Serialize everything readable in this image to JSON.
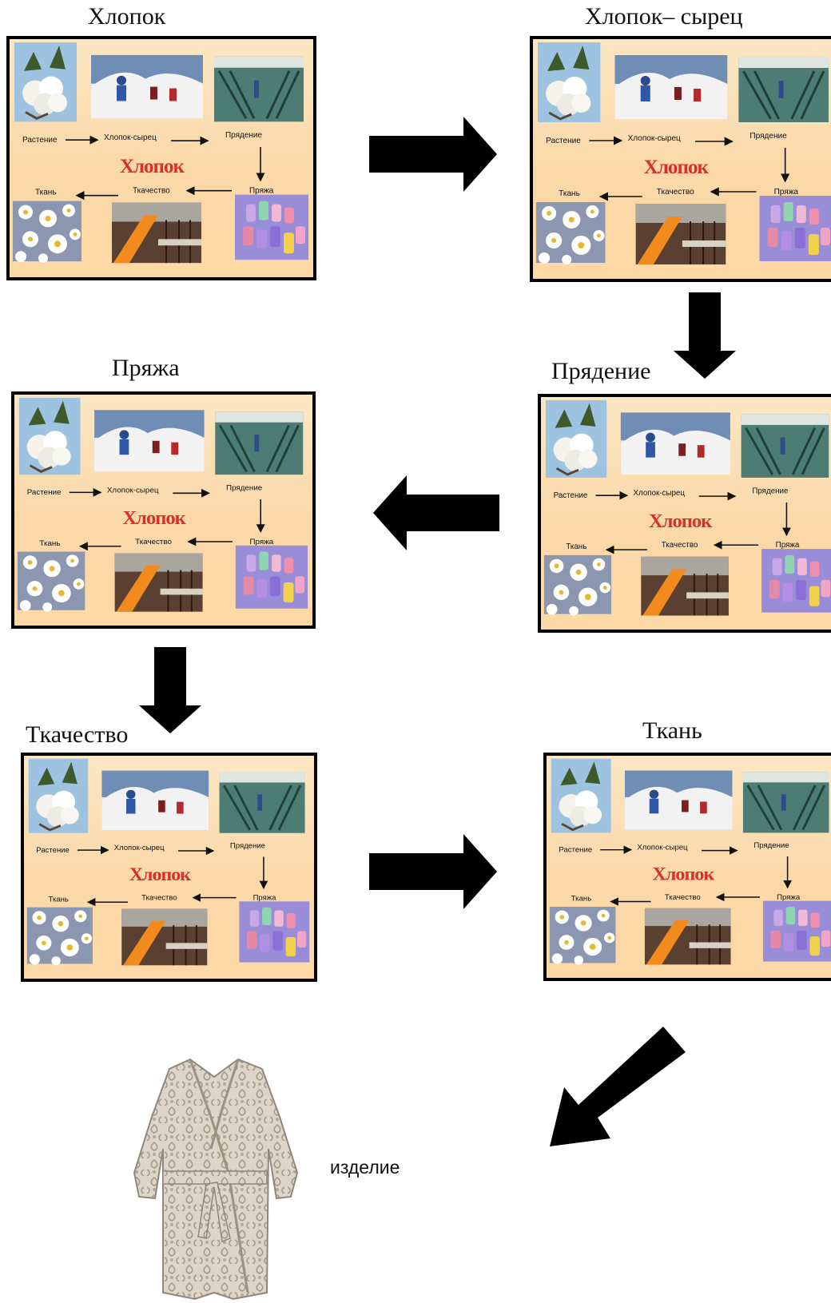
{
  "captions": {
    "c1": "Хлопок",
    "c2": "Хлопок– сырец",
    "c3": "Пряжа",
    "c4": "Прядение",
    "c5": "Ткачество",
    "c6": "Ткань",
    "c7": "изделие"
  },
  "slide_labels": {
    "plant": "Растение",
    "raw": "Хлопок-сырец",
    "spinning": "Прядение",
    "title": "Хлопок",
    "yarn": "Пряжа",
    "weaving": "Ткачество",
    "fabric": "Ткань"
  },
  "icons": {
    "arrow": "block-arrow-icon",
    "robe": "bathrobe-icon"
  }
}
